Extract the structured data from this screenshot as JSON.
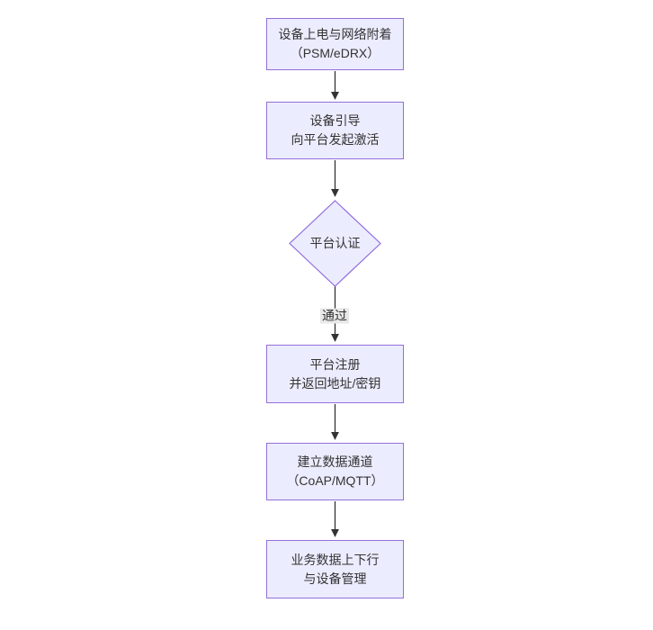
{
  "diagram": {
    "type": "flowchart",
    "direction": "top-down",
    "colors": {
      "background": "#ffffff",
      "node_fill": "#ECECFF",
      "node_border": "#9370DB",
      "text": "#333333",
      "edge": "#333333",
      "edge_label_bg": "#e8e8e8"
    },
    "nodes": [
      {
        "shape": "rect",
        "lines": [
          "设备上电与网络附着",
          "（PSM/eDRX）"
        ]
      },
      {
        "shape": "rect",
        "lines": [
          "设备引导",
          "向平台发起激活"
        ]
      },
      {
        "shape": "diamond",
        "lines": [
          "平台认证"
        ]
      },
      {
        "shape": "rect",
        "lines": [
          "平台注册",
          "并返回地址/密钥"
        ]
      },
      {
        "shape": "rect",
        "lines": [
          "建立数据通道",
          "（CoAP/MQTT）"
        ]
      },
      {
        "shape": "rect",
        "lines": [
          "业务数据上下行",
          "与设备管理"
        ]
      }
    ],
    "edges": [
      {
        "from": 0,
        "to": 1,
        "label": ""
      },
      {
        "from": 1,
        "to": 2,
        "label": ""
      },
      {
        "from": 2,
        "to": 3,
        "label": "通过"
      },
      {
        "from": 3,
        "to": 4,
        "label": ""
      },
      {
        "from": 4,
        "to": 5,
        "label": ""
      }
    ]
  }
}
